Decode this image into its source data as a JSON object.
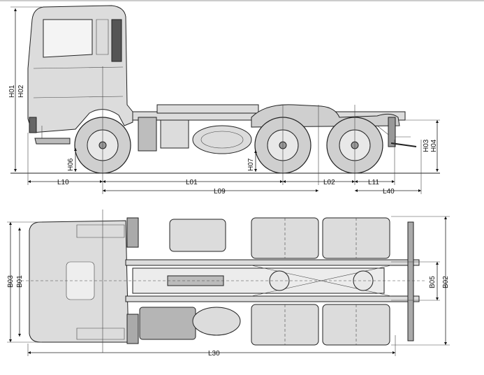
{
  "side_view": {
    "heights": {
      "h01": "H01",
      "h02": "H02",
      "h06": "H06",
      "h07": "H07",
      "h03": "H03",
      "h04": "H04"
    },
    "lengths": {
      "l10": "L10",
      "l01": "L01",
      "l09": "L09",
      "l02": "L02",
      "l11": "L11",
      "l40": "L40"
    }
  },
  "top_view": {
    "widths": {
      "b03": "B03",
      "b01": "B01",
      "b05": "B05",
      "b02": "B02"
    },
    "lengths": {
      "l30": "L30"
    }
  }
}
